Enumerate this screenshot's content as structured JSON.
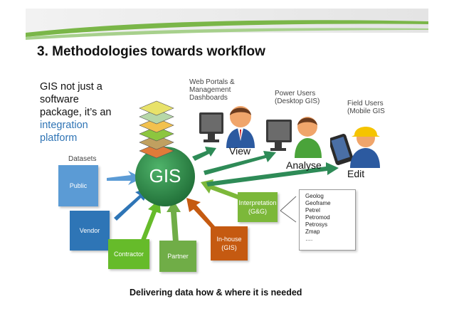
{
  "slide": {
    "title": "3. Methodologies towards workflow",
    "intro_text": "GIS not just a software package, it’s an",
    "intro_highlight": "integration platform",
    "caption": "Delivering data how & where it is needed"
  },
  "hub": {
    "label": "GIS"
  },
  "datasets": {
    "label": "Datasets",
    "items": [
      {
        "label": "Public",
        "color": "#5b9bd5"
      },
      {
        "label": "Vendor",
        "color": "#2e75b6"
      },
      {
        "label": "Contractor",
        "color": "#66bb2a"
      },
      {
        "label": "Partner",
        "color": "#70ad47"
      },
      {
        "label": "In-house",
        "sub": "(GIS)",
        "color": "#c55a11"
      },
      {
        "label": "Interpretation",
        "sub": "(G&G)",
        "color": "#7cb83a"
      }
    ]
  },
  "interpretation_apps": [
    "Geolog",
    "Geoframe",
    "Petrel",
    "Petromod",
    "Petrosys",
    "Zmap",
    "…."
  ],
  "users": {
    "web": {
      "label": "Web Portals & Management Dashboards",
      "action": "View"
    },
    "power": {
      "label": "Power Users (Desktop GIS)",
      "action": "Analyse"
    },
    "field": {
      "label": "Field Users (Mobile GIS",
      "action": "Edit"
    }
  },
  "colors": {
    "hub": "#2d8a47",
    "arrow_teal": "#2e8b57",
    "banner_green": "#7ab648"
  }
}
